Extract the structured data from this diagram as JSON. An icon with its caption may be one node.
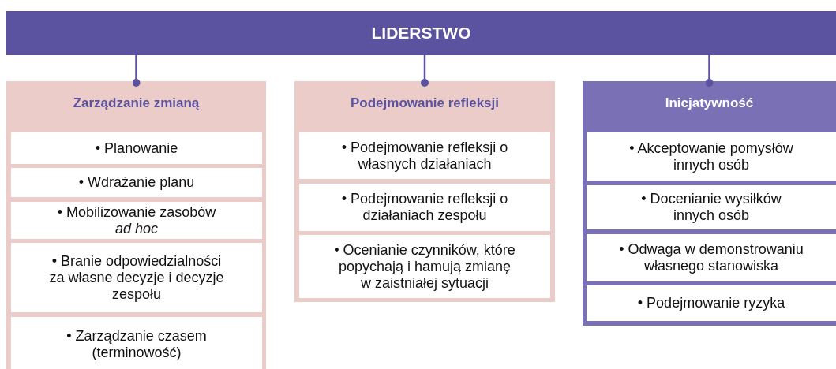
{
  "diagram": {
    "nodes": [
      {
        "text": [
          "LIDERSTWO"
        ]
      },
      {
        "text": [
          "Zarządzanie zmianą"
        ]
      },
      {
        "text": [
          "• Planowanie"
        ],
        "in": 1
      },
      {
        "text": [
          "• Wdrażanie planu"
        ],
        "in": 1
      },
      {
        "text": [
          "• Mobilizowanie zasobów *ad hoc*"
        ],
        "in": 1
      },
      {
        "text": [
          "• Branie odpowiedzialności za własne decyzje i decyzje zespołu"
        ],
        "in": 1
      },
      {
        "text": [
          "• Zarządzanie czasem (terminowość)"
        ],
        "in": 1
      },
      {
        "text": [
          "Podejmowanie refleksji"
        ]
      },
      {
        "text": [
          "• Podejmowanie refleksji o własnych działaniach"
        ],
        "in": 7
      },
      {
        "text": [
          "• Podejmowanie refleksji o działaniach zespołu"
        ],
        "in": 7
      },
      {
        "text": [
          "• Ocenianie czynników, które popychają i hamują zmianę w zaistniałej sytuacji"
        ],
        "in": 7
      },
      {
        "text": [
          "Inicjatywność"
        ]
      },
      {
        "text": [
          "• Akceptowanie pomysłów innych osób"
        ],
        "in": 11
      },
      {
        "text": [
          "• Docenianie wysiłków innych osób"
        ],
        "in": 11
      },
      {
        "text": [
          "• Odwaga w demonstrowaniu własnego stanowiska"
        ],
        "in": 11
      },
      {
        "text": [
          "• Podejmowanie ryzyka"
        ],
        "in": 11
      }
    ],
    "edges": [
      {
        "from": 0,
        "to": 1,
        "arrow": "other"
      },
      {
        "from": 0,
        "to": 7,
        "arrow": "other"
      },
      {
        "from": 0,
        "to": 11,
        "arrow": "other"
      }
    ]
  }
}
